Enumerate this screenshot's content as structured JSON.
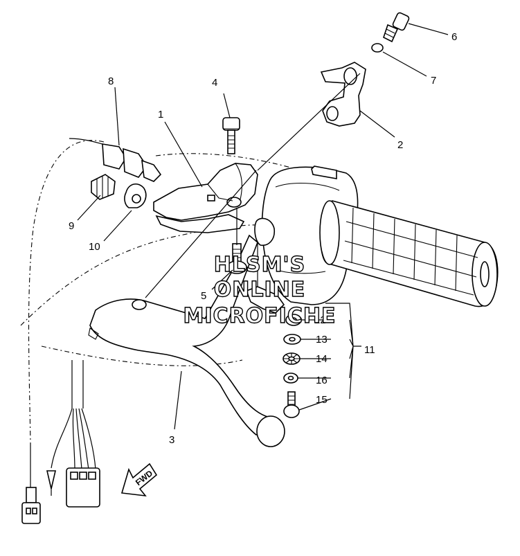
{
  "diagram": {
    "part_labels": [
      {
        "id": "1",
        "text": "1"
      },
      {
        "id": "2",
        "text": "2"
      },
      {
        "id": "3",
        "text": "3"
      },
      {
        "id": "4",
        "text": "4"
      },
      {
        "id": "5",
        "text": "5"
      },
      {
        "id": "6",
        "text": "6"
      },
      {
        "id": "7",
        "text": "7"
      },
      {
        "id": "8",
        "text": "8"
      },
      {
        "id": "9",
        "text": "9"
      },
      {
        "id": "10",
        "text": "10"
      },
      {
        "id": "11",
        "text": "11"
      },
      {
        "id": "12",
        "text": "12"
      },
      {
        "id": "13",
        "text": "13"
      },
      {
        "id": "14",
        "text": "14"
      },
      {
        "id": "15",
        "text": "15"
      },
      {
        "id": "16",
        "text": "16"
      }
    ],
    "fwd_arrow_label": "FWD",
    "watermark": [
      "HLSM'S",
      "ONLINE",
      "MICROFICHE"
    ]
  }
}
